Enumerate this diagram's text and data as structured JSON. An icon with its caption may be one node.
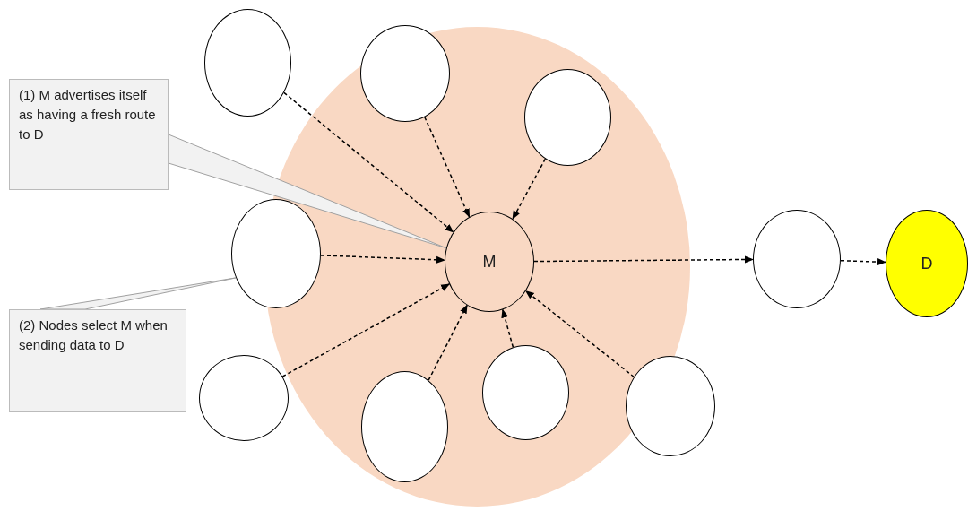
{
  "diagram": {
    "nodes": [
      {
        "text": [],
        "shape": "circle"
      },
      {
        "text": [],
        "shape": "circle"
      },
      {
        "text": [],
        "shape": "circle",
        "in": 0
      },
      {
        "text": [
          "(1) M advertises itself as having a fresh route to D"
        ]
      },
      {
        "text": [],
        "shape": "circle",
        "in": 0
      },
      {
        "text": [],
        "shape": "circle"
      },
      {
        "text": [
          "M"
        ],
        "in": 0
      },
      {
        "text": [],
        "shape": "circle"
      },
      {
        "text": [
          "D"
        ]
      },
      {
        "text": [
          "(2) Nodes select M when sending data to D"
        ]
      },
      {
        "text": [],
        "shape": "circle"
      },
      {
        "text": [],
        "shape": "circle",
        "in": 0
      },
      {
        "text": [],
        "shape": "circle",
        "in": 0
      },
      {
        "text": [],
        "shape": "circle"
      }
    ],
    "edges": [
      {
        "from": 1,
        "to": 6,
        "arrow": "to",
        "style": "dashed"
      },
      {
        "from": 2,
        "to": 6,
        "arrow": "to",
        "style": "dashed"
      },
      {
        "from": 4,
        "to": 6,
        "arrow": "to",
        "style": "dashed"
      },
      {
        "from": 5,
        "to": 6,
        "arrow": "to",
        "style": "dashed"
      },
      {
        "from": 10,
        "to": 6,
        "arrow": "to",
        "style": "dashed"
      },
      {
        "from": 11,
        "to": 6,
        "arrow": "to",
        "style": "dashed"
      },
      {
        "from": 12,
        "to": 6,
        "arrow": "to",
        "style": "dashed"
      },
      {
        "from": 13,
        "to": 6,
        "arrow": "to",
        "style": "dashed"
      },
      {
        "from": 6,
        "to": 7,
        "arrow": "to",
        "style": "dashed"
      },
      {
        "from": 7,
        "to": 8,
        "arrow": "to",
        "style": "dashed"
      },
      {
        "from": 3,
        "to": 6,
        "arrow": "none",
        "color": "#a0a0a0"
      },
      {
        "from": 9,
        "to": 5,
        "arrow": "none",
        "color": "#a0a0a0"
      }
    ]
  }
}
